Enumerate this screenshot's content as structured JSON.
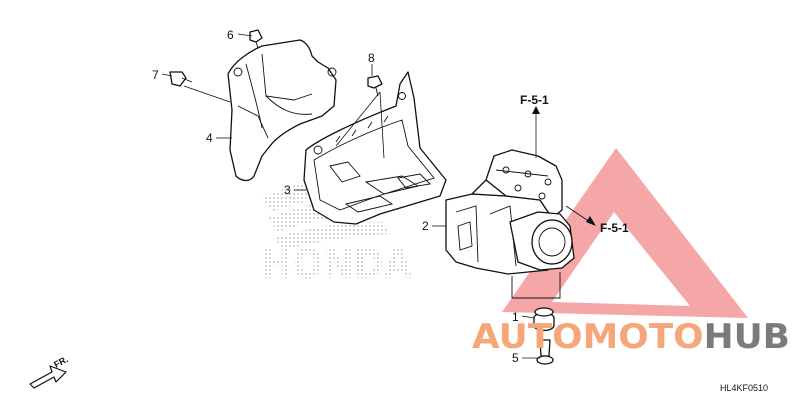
{
  "diagram": {
    "callouts": {
      "c1": "1",
      "c2": "2",
      "c3": "3",
      "c4": "4",
      "c5": "5",
      "c6": "6",
      "c7": "7",
      "c8": "8"
    },
    "references": {
      "top": "F-5-1",
      "side": "F-5-1"
    },
    "direction_label": "FR.",
    "diagram_code": "HL4KF0510",
    "background_logo": "HONDA"
  },
  "watermark": {
    "part_auto": "AUTO",
    "part_moto": "MOTO",
    "part_hub": "HUB",
    "colors": {
      "auto": "#f5a77a",
      "moto": "#f5a77a",
      "hub": "#7b7b7b",
      "triangle": "#ef6a6a"
    }
  }
}
